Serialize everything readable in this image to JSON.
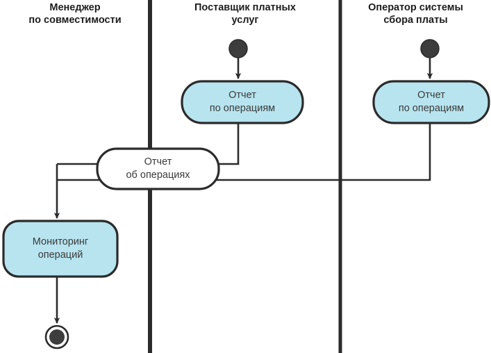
{
  "diagram": {
    "type": "uml-activity-swimlane",
    "colors": {
      "activity_fill": "#b7e4ef",
      "object_fill": "#ffffff",
      "stroke": "#2b2b2b",
      "node_fill": "#3d3d3d",
      "text": "#3a3a3a",
      "title_text": "#1c1c1c",
      "background": "#ffffff"
    },
    "lanes": [
      {
        "id": "lane-compatibility-manager",
        "title": "Менеджер\nпо совместимости",
        "title_line1": "Менеджер",
        "title_line2": "по совместимости"
      },
      {
        "id": "lane-paid-services-provider",
        "title": "Поставщик платных\nуслуг",
        "title_line1": "Поставщик платных",
        "title_line2": "услуг"
      },
      {
        "id": "lane-fee-collection-operator",
        "title": "Оператор системы\nсбора платы",
        "title_line1": "Оператор системы",
        "title_line2": "сбора платы"
      }
    ],
    "nodes": [
      {
        "id": "start-node-provider",
        "kind": "initial-node",
        "lane": 1
      },
      {
        "id": "start-node-operator",
        "kind": "initial-node",
        "lane": 2
      },
      {
        "id": "activity-report-ops-1",
        "kind": "activity",
        "lane": 1,
        "label_line1": "Отчет",
        "label_line2": "по операциям"
      },
      {
        "id": "activity-report-ops-2",
        "kind": "activity",
        "lane": 2,
        "label_line1": "Отчет",
        "label_line2": "по операциям"
      },
      {
        "id": "object-report-about-ops",
        "kind": "object",
        "lane": 0,
        "label_line1": "Отчет",
        "label_line2": "об операциях"
      },
      {
        "id": "activity-monitoring",
        "kind": "activity",
        "lane": 0,
        "label_line1": "Мониторинг",
        "label_line2": "операций"
      },
      {
        "id": "end-node-manager",
        "kind": "final-node",
        "lane": 0
      }
    ],
    "edges": [
      {
        "from": "start-node-provider",
        "to": "activity-report-ops-1",
        "arrow": true
      },
      {
        "from": "start-node-operator",
        "to": "activity-report-ops-2",
        "arrow": true
      },
      {
        "from": "activity-report-ops-1",
        "to": "object-report-about-ops",
        "arrow": false
      },
      {
        "from": "activity-report-ops-2",
        "to": "object-report-about-ops",
        "arrow": false
      },
      {
        "from": "object-report-about-ops",
        "to": "activity-monitoring",
        "arrow": true
      },
      {
        "from": "activity-monitoring",
        "to": "end-node-manager",
        "arrow": true
      }
    ]
  }
}
